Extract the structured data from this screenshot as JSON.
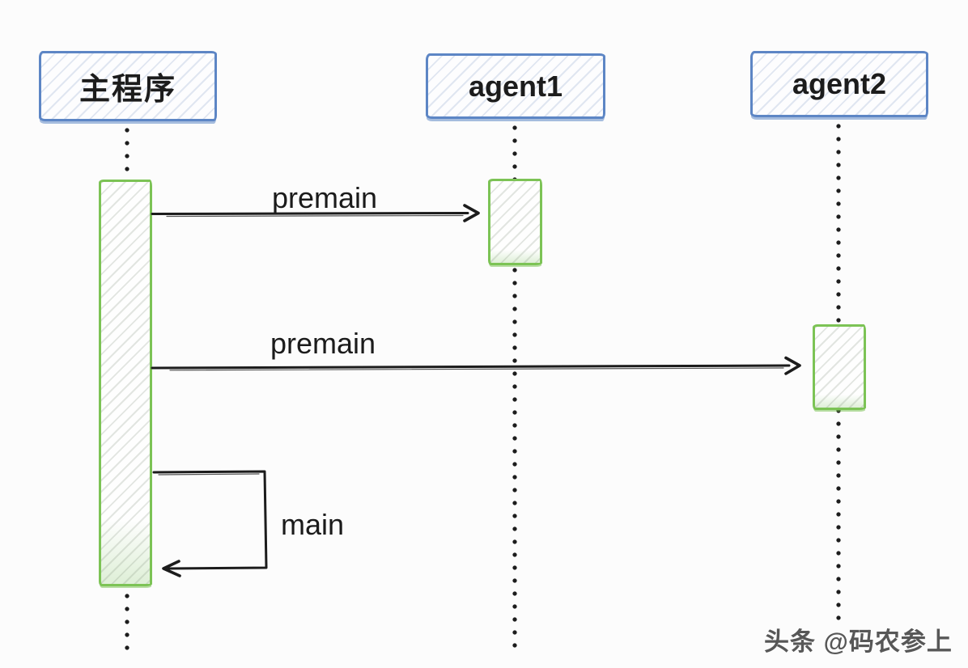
{
  "diagram": {
    "type": "sequence-diagram",
    "actors": [
      {
        "id": "main-program",
        "label": "主程序"
      },
      {
        "id": "agent1",
        "label": "agent1"
      },
      {
        "id": "agent2",
        "label": "agent2"
      }
    ],
    "messages": [
      {
        "label": "premain",
        "from": "主程序",
        "to": "agent1",
        "kind": "call"
      },
      {
        "label": "premain",
        "from": "主程序",
        "to": "agent2",
        "kind": "call"
      },
      {
        "label": "main",
        "from": "主程序",
        "to": "主程序",
        "kind": "self-call"
      }
    ],
    "colors": {
      "actor_border": "#5d86c5",
      "activation_border": "#7cc355",
      "line": "#1c1c1c",
      "background": "#fcfcfc",
      "watermark_text": "#4a4a4a"
    },
    "watermark": "头条 @码农参上"
  }
}
